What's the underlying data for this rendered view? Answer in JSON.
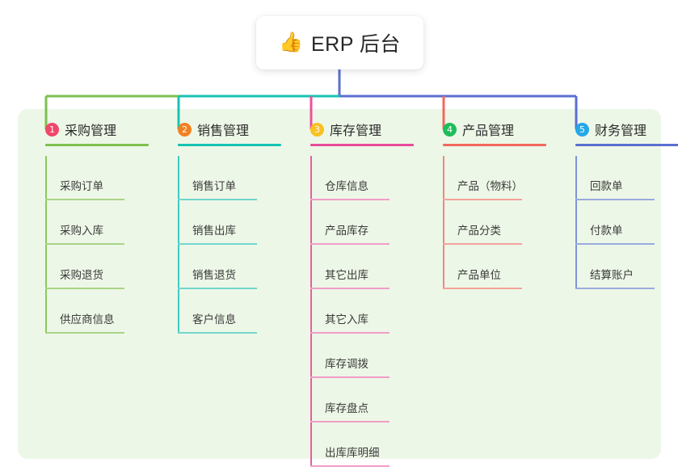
{
  "root": {
    "emoji": "👍",
    "emoji_name": "thumbs-up-icon",
    "title": "ERP 后台"
  },
  "theme": {
    "page_background": "#ffffff",
    "panel_background": "#edf7e7",
    "card_background": "#ffffff",
    "trunk_color": "#5b6fd0",
    "text_color": "#2b2b2b",
    "leaf_text_color": "#3a3a3a"
  },
  "columns": [
    {
      "index": "1",
      "title": "采购管理",
      "badge_color": "#f0476a",
      "line_color": "#7cc04f",
      "leaf_line_color": "#a9d486",
      "spine_color": "#8cc85f",
      "drop_color": "#7cc04f",
      "leaves": [
        {
          "label": "采购订单"
        },
        {
          "label": "采购入库"
        },
        {
          "label": "采购退货"
        },
        {
          "label": "供应商信息"
        }
      ]
    },
    {
      "index": "2",
      "title": "销售管理",
      "badge_color": "#f28121",
      "line_color": "#17c3b2",
      "leaf_line_color": "#72d6cc",
      "spine_color": "#3ccac0",
      "drop_color": "#17c3b2",
      "leaves": [
        {
          "label": "销售订单"
        },
        {
          "label": "销售出库"
        },
        {
          "label": "销售退货"
        },
        {
          "label": "客户信息"
        }
      ]
    },
    {
      "index": "3",
      "title": "库存管理",
      "badge_color": "#f9c122",
      "line_color": "#e84b9c",
      "leaf_line_color": "#f09ec8",
      "spine_color": "#e45fa4",
      "drop_color": "#ef4f9b",
      "leaves": [
        {
          "label": "仓库信息"
        },
        {
          "label": "产品库存"
        },
        {
          "label": "其它出库"
        },
        {
          "label": "其它入库"
        },
        {
          "label": "库存调拨"
        },
        {
          "label": "库存盘点"
        },
        {
          "label": "出库库明细"
        }
      ]
    },
    {
      "index": "4",
      "title": "产品管理",
      "badge_color": "#1ebd5c",
      "line_color": "#f4675f",
      "leaf_line_color": "#f4a39d",
      "spine_color": "#f2867f",
      "drop_color": "#f4675f",
      "leaves": [
        {
          "label": "产品（物料）"
        },
        {
          "label": "产品分类"
        },
        {
          "label": "产品单位"
        }
      ]
    },
    {
      "index": "5",
      "title": "财务管理",
      "badge_color": "#23a8e8",
      "line_color": "#5a6fd0",
      "leaf_line_color": "#9aabdf",
      "spine_color": "#7f93d8",
      "drop_color": "#5a6fd0",
      "leaves": [
        {
          "label": "回款单"
        },
        {
          "label": "付款单"
        },
        {
          "label": "结算账户"
        }
      ]
    }
  ]
}
